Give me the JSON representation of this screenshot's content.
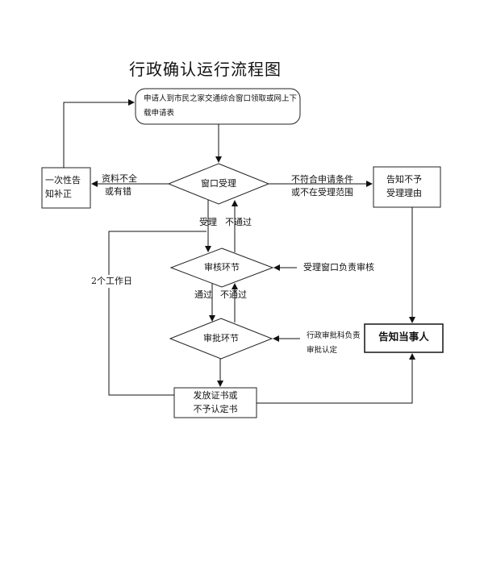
{
  "title": "行政确认运行流程图",
  "nodes": {
    "start": "申请人到市民之家交通综合窗口领取或网上下载申请表",
    "window": "窗口受理",
    "notify_once": [
      "一次性告",
      "知补正"
    ],
    "notify_reject": [
      "告知不予",
      "受理理由"
    ],
    "review": "审核环节",
    "approve": "审批环节",
    "issue": [
      "发放证书或",
      "不予认定书"
    ],
    "notify_party": "告知当事人"
  },
  "edge_labels": {
    "incomplete": [
      "资料不全",
      "或有错"
    ],
    "not_meet": [
      "不符合申请条件",
      "或不在受理范围"
    ],
    "accepted": "受理",
    "not_passed_1": "不通过",
    "reviewer": "受理窗口负责审核",
    "passed": "通过",
    "not_passed_2": "不通过",
    "approver": [
      "行政审批科负责",
      "审批认定"
    ],
    "workdays": "2个工作日"
  }
}
